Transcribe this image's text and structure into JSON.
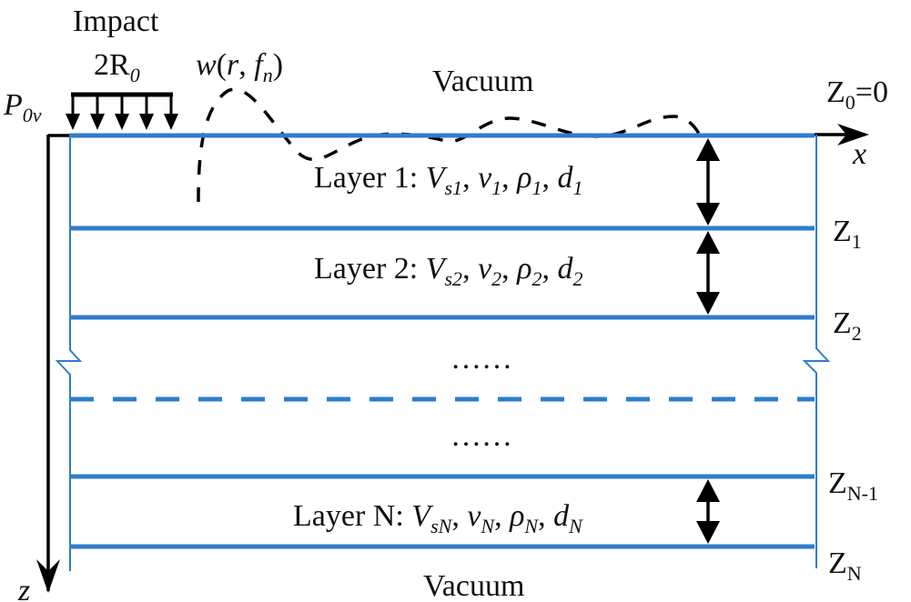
{
  "diagram": {
    "type": "layered-half-space-schematic",
    "colors": {
      "interface_line": "#2f7ccc",
      "axis": "#000000",
      "text": "#111111"
    },
    "impact": {
      "label": "Impact",
      "width_label": {
        "base": "2R",
        "sub": "0"
      },
      "pressure_label": {
        "base": "P",
        "sub": "0v"
      },
      "arrow_count": 5
    },
    "wave": {
      "label": {
        "func": "w",
        "open": "(",
        "arg1": "r",
        "sep": ", ",
        "arg2": "f",
        "arg2_sub": "n",
        "close": ")"
      }
    },
    "top_medium": "Vacuum",
    "bottom_medium": "Vacuum",
    "axes": {
      "x": "x",
      "z": "z"
    },
    "interfaces": [
      {
        "name": "Z",
        "sub": "0",
        "suffix": "=0",
        "style": "solid"
      },
      {
        "name": "Z",
        "sub": "1",
        "suffix": "",
        "style": "solid"
      },
      {
        "name": "Z",
        "sub": "2",
        "suffix": "",
        "style": "solid"
      },
      {
        "name": "",
        "sub": "",
        "suffix": "",
        "style": "dashed"
      },
      {
        "name": "Z",
        "sub": "N-1",
        "suffix": "",
        "style": "solid"
      },
      {
        "name": "Z",
        "sub": "N",
        "suffix": "",
        "style": "solid"
      }
    ],
    "layers": [
      {
        "prefix": "Layer  1: ",
        "params": [
          {
            "base": "V",
            "sub": "s1"
          },
          {
            "base": "v",
            "sub": "1"
          },
          {
            "base": "ρ",
            "sub": "1"
          },
          {
            "base": "d",
            "sub": "1"
          }
        ]
      },
      {
        "prefix": "Layer  2: ",
        "params": [
          {
            "base": "V",
            "sub": "s2"
          },
          {
            "base": "v",
            "sub": "2"
          },
          {
            "base": "ρ",
            "sub": "2"
          },
          {
            "base": "d",
            "sub": "2"
          }
        ]
      },
      {
        "prefix": "Layer N: ",
        "params": [
          {
            "base": "V",
            "sub": "sN"
          },
          {
            "base": "v",
            "sub": "N"
          },
          {
            "base": "ρ",
            "sub": "N"
          },
          {
            "base": "d",
            "sub": "N"
          }
        ]
      }
    ],
    "ellipsis": [
      "……",
      "……"
    ]
  }
}
